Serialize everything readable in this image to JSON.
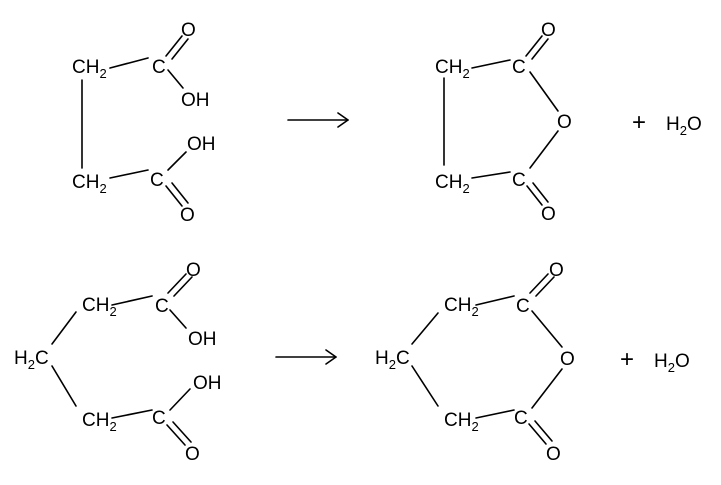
{
  "reactions": [
    {
      "reactant": {
        "ch2_main": "CH",
        "ch2_sub": "2",
        "c_carbon": "C",
        "o_carbonyl": "O",
        "oh_group": "OH"
      },
      "arrow": "→",
      "product": {
        "ch2_main": "CH",
        "ch2_sub": "2",
        "c_carbon": "C",
        "o_carbonyl": "O",
        "o_ring": "O"
      },
      "plus": "+",
      "water": {
        "h": "H",
        "sub": "2",
        "o": "O"
      }
    },
    {
      "reactant": {
        "ch2_main": "CH",
        "ch2_sub": "2",
        "h2c_h": "H",
        "h2c_sub": "2",
        "h2c_c": "C",
        "c_carbon": "C",
        "o_carbonyl": "O",
        "oh_group": "OH"
      },
      "arrow": "→",
      "product": {
        "ch2_main": "CH",
        "ch2_sub": "2",
        "h2c_h": "H",
        "h2c_sub": "2",
        "h2c_c": "C",
        "c_carbon": "C",
        "o_carbonyl": "O",
        "o_ring": "O"
      },
      "plus": "+",
      "water": {
        "h": "H",
        "sub": "2",
        "o": "O"
      }
    }
  ]
}
